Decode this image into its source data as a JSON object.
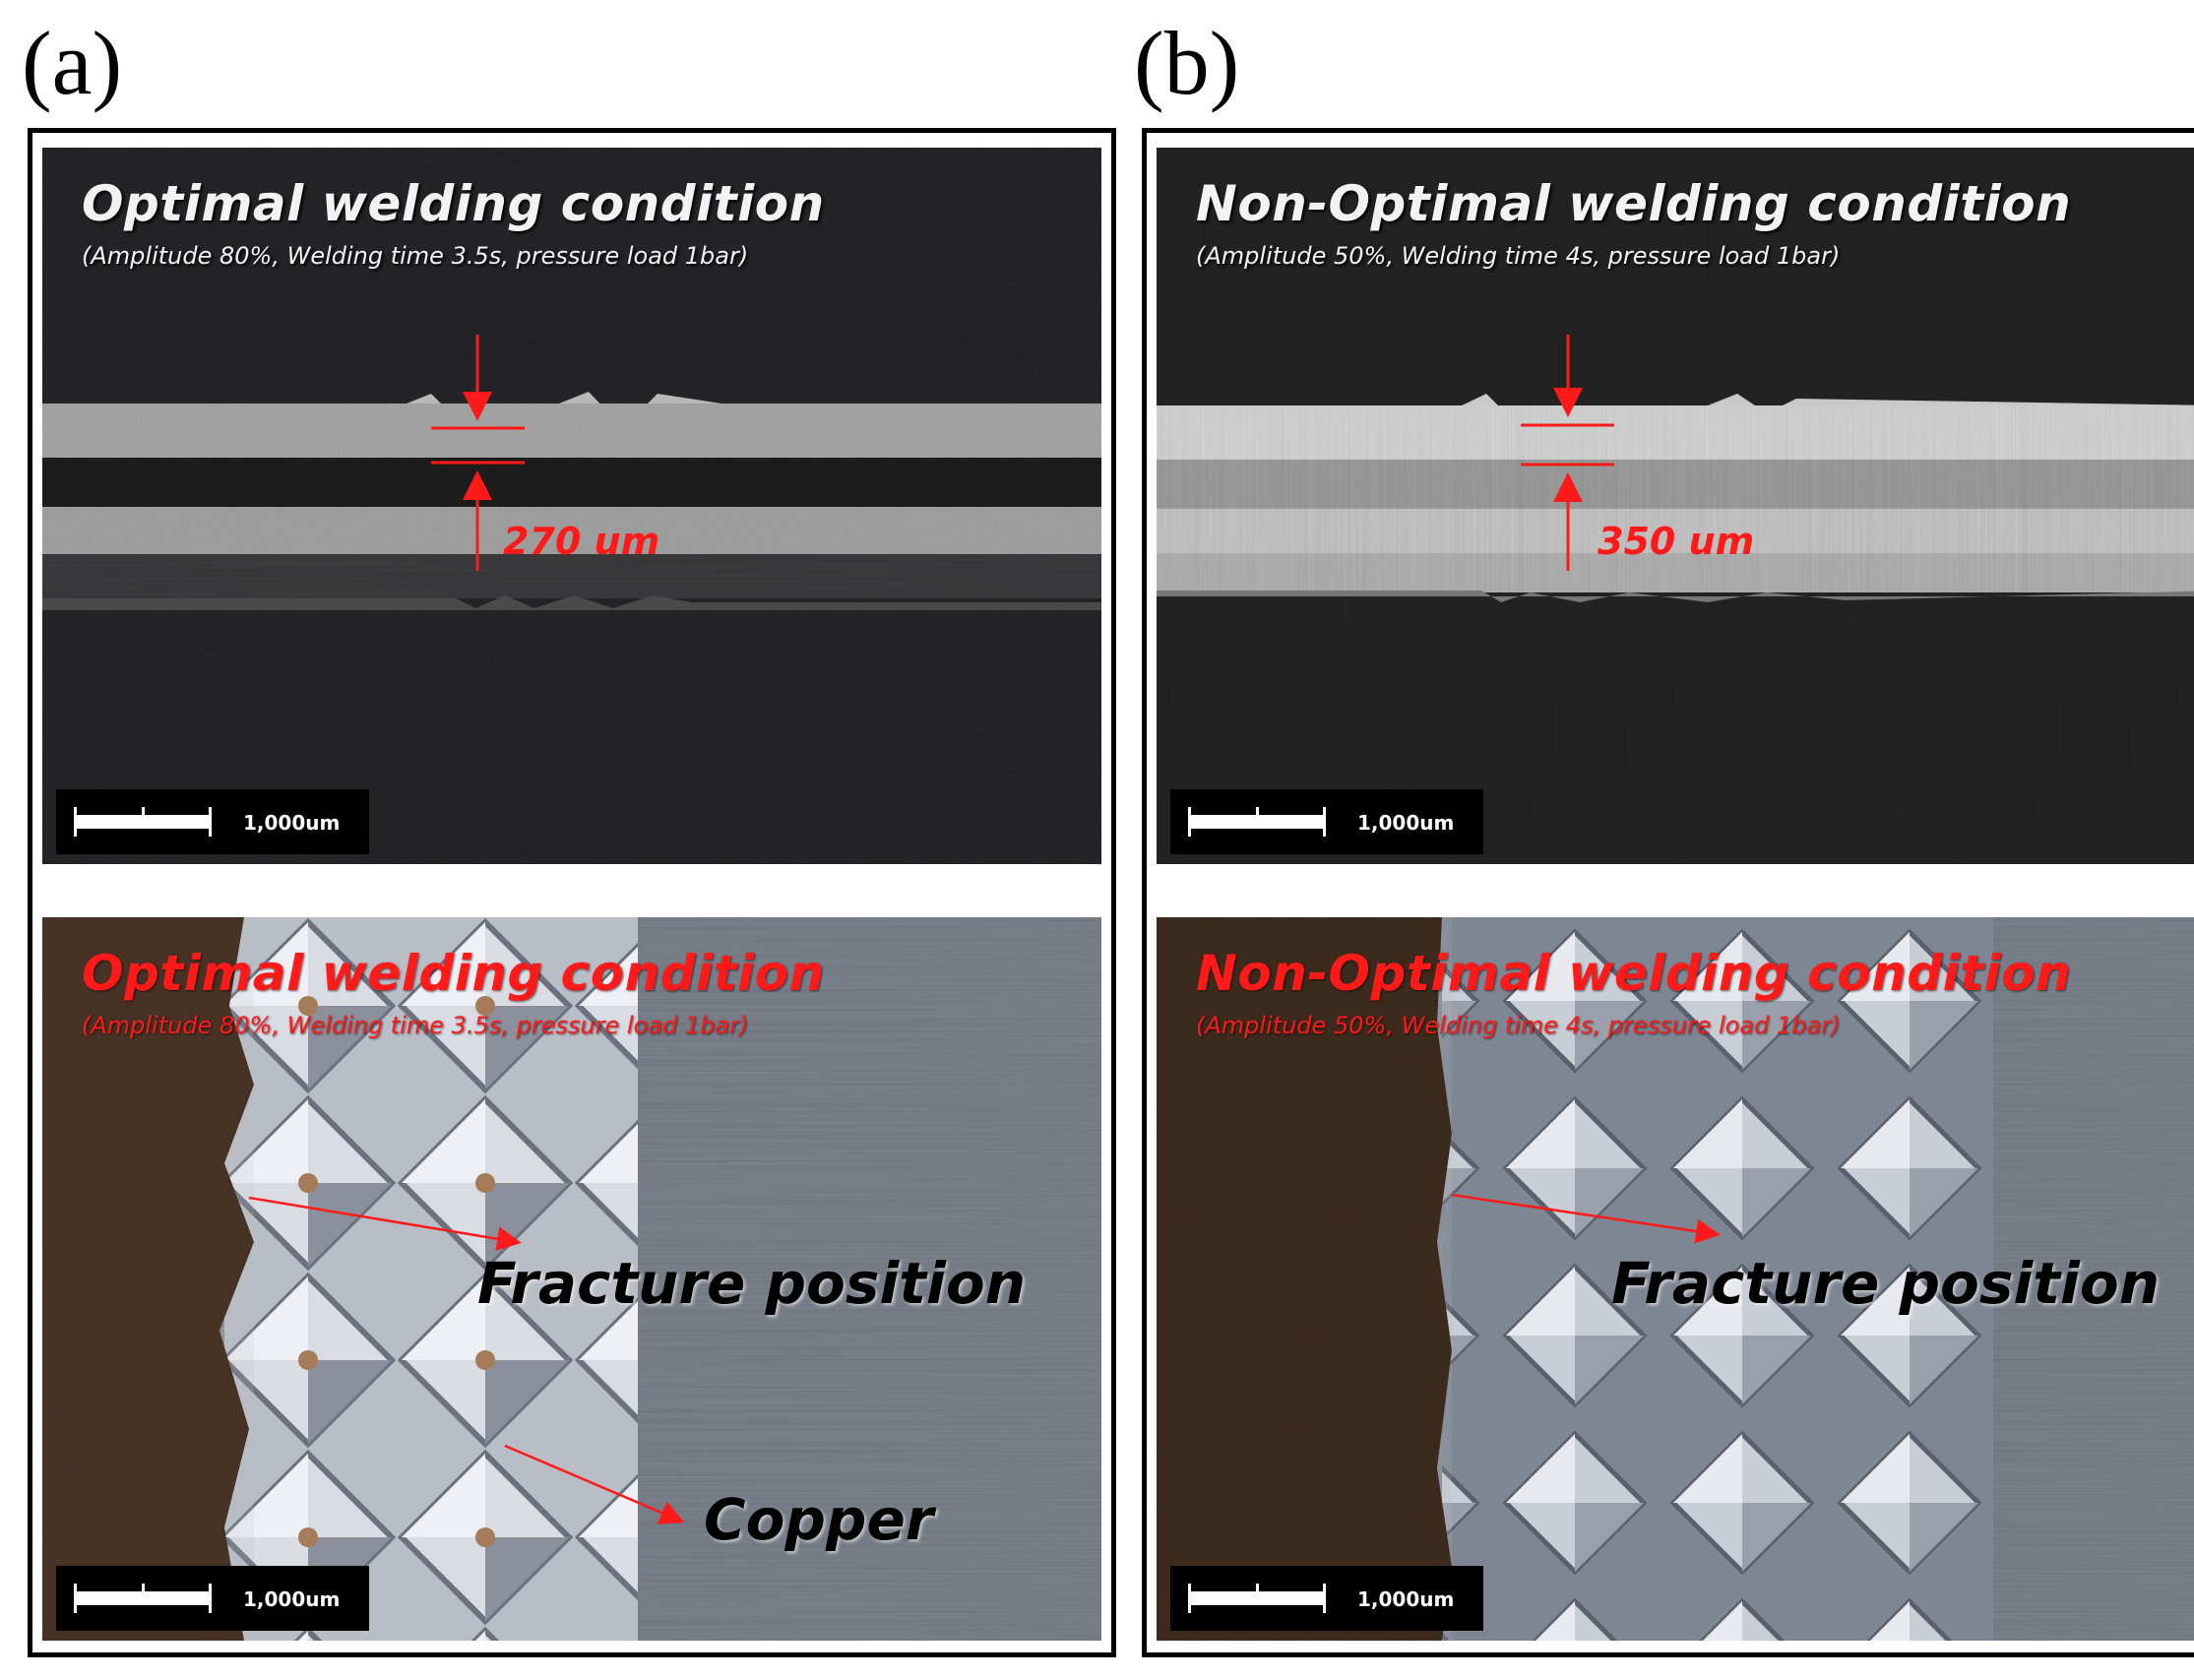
{
  "panels": [
    {
      "letter": "(a)",
      "top": {
        "title": "Optimal welding condition",
        "subtitle": "(Amplitude 80%, Welding time 3.5s, pressure load 1bar)",
        "measurement": "270 um",
        "scale_label": "1,000um"
      },
      "bottom": {
        "title": "Optimal welding condition",
        "subtitle": "(Amplitude 80%, Welding time 3.5s, pressure load 1bar)",
        "annotation_fracture": "Fracture position",
        "annotation_copper": "Copper",
        "scale_label": "1,000um"
      }
    },
    {
      "letter": "(b)",
      "top": {
        "title": "Non-Optimal welding condition",
        "subtitle": "(Amplitude 50%, Welding time 4s, pressure load 1bar)",
        "measurement": "350 um",
        "scale_label": "1,000um"
      },
      "bottom": {
        "title": "Non-Optimal welding condition",
        "subtitle": "(Amplitude 50%, Welding time 4s, pressure load 1bar)",
        "annotation_fracture": "Fracture position",
        "scale_label": "1,000um"
      }
    }
  ],
  "colors": {
    "annotation_red": "#ff1a1a",
    "frame": "#000000"
  }
}
